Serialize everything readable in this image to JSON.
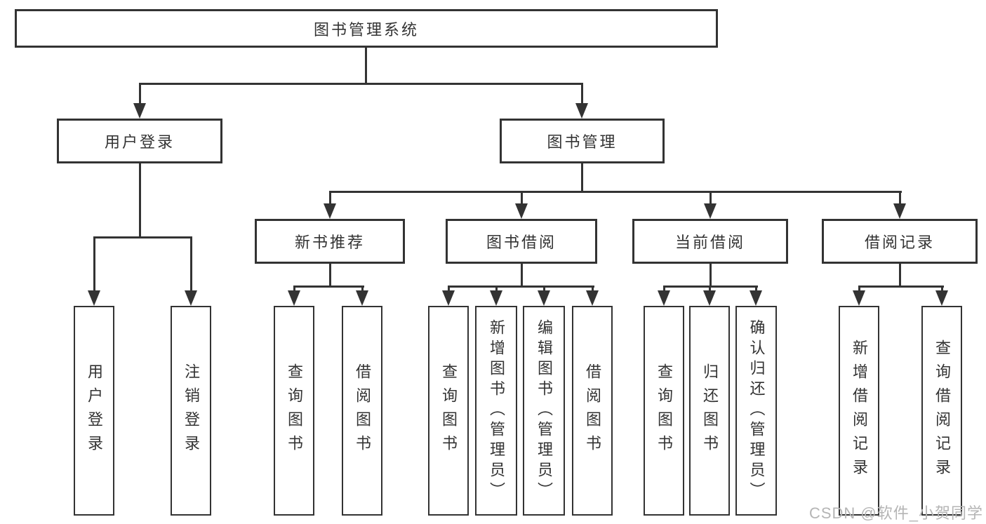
{
  "nodes": {
    "root": {
      "label": "图书管理系统"
    },
    "user_login": {
      "label": "用户登录",
      "children": [
        "用户登录",
        "注销登录"
      ]
    },
    "book_mgmt": {
      "label": "图书管理"
    },
    "new_book_rec": {
      "label": "新书推荐",
      "children": [
        "查询图书",
        "借阅图书"
      ]
    },
    "book_borrow": {
      "label": "图书借阅",
      "children": [
        "查询图书",
        "新增图书（管理员）",
        "编辑图书（管理员）",
        "借阅图书"
      ]
    },
    "current_borrow": {
      "label": "当前借阅",
      "children": [
        "查询图书",
        "归还图书",
        "确认归还（管理员）"
      ]
    },
    "borrow_records": {
      "label": "借阅记录",
      "children": [
        "新增借阅记录",
        "查询借阅记录"
      ]
    }
  },
  "watermark": "CSDN @软件_小贺同学",
  "colors": {
    "line": "#333333",
    "text": "#333333",
    "watermark": "#b5b5b5",
    "background": "#ffffff"
  }
}
